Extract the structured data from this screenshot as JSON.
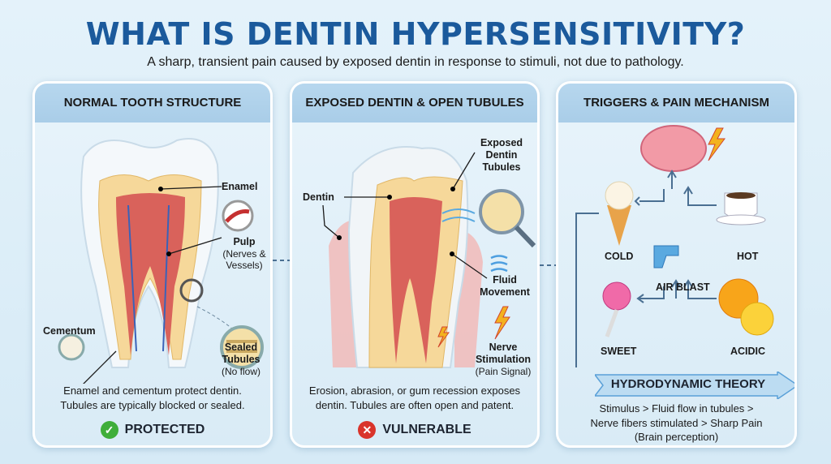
{
  "header": {
    "title": "WHAT IS DENTIN HYPERSENSITIVITY?",
    "subtitle": "A sharp, transient pain caused by exposed dentin in response to stimuli, not due to pathology."
  },
  "panels": [
    {
      "title": "NORMAL TOOTH STRUCTURE",
      "labels": {
        "enamel": "Enamel",
        "pulp": "Pulp",
        "pulp_sub": "(Nerves & Vessels)",
        "cementum": "Cementum",
        "sealed": "Sealed Tubules",
        "sealed_sub": "(No flow)"
      },
      "description": [
        "Enamel and cementum protect dentin.",
        "Tubules are typically blocked or sealed."
      ],
      "status": "PROTECTED",
      "status_icon": "check-icon",
      "status_color": "#3fae3a"
    },
    {
      "title": "EXPOSED DENTIN & OPEN TUBULES",
      "labels": {
        "dentin": "Dentin",
        "exposed": "Exposed Dentin Tubules",
        "fluid": "Fluid Movement",
        "nerve": "Nerve Stimulation",
        "nerve_sub": "(Pain Signal)"
      },
      "description": [
        "Erosion, abrasion, or gum recession exposes",
        "dentin. Tubules are often open and patent."
      ],
      "status": "VULNERABLE",
      "status_icon": "x-icon",
      "status_color": "#d9342b"
    },
    {
      "title": "TRIGGERS & PAIN MECHANISM",
      "triggers": {
        "cold": "COLD",
        "hot": "HOT",
        "air": "AIR BLAST",
        "sweet": "SWEET",
        "acidic": "ACIDIC"
      },
      "theory": {
        "title": "HYDRODYNAMIC THEORY",
        "lines": [
          "Stimulus > Fluid flow in tubules >",
          "Nerve fibers stimulated > Sharp Pain",
          "(Brain perception)"
        ]
      }
    }
  ]
}
